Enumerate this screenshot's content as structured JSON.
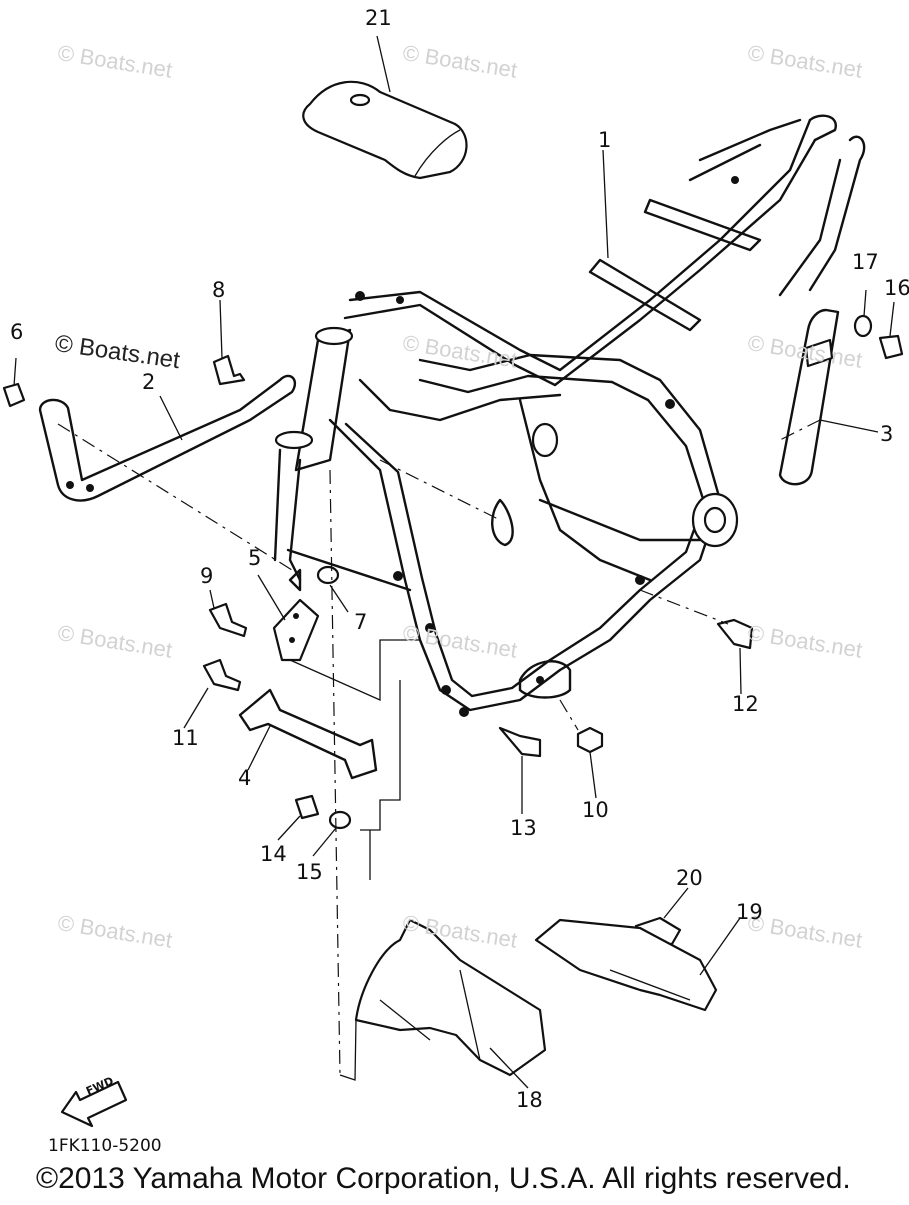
{
  "watermarks": {
    "text": "© Boats.net",
    "items": [
      "© Boats.net",
      "© Boats.net",
      "© Boats.net",
      "© Boats.net",
      "© Boats.net",
      "© Boats.net",
      "© Boats.net",
      "© Boats.net",
      "© Boats.net",
      "© Boats.net",
      "© Boats.net"
    ],
    "dark_text": "© Boats.net"
  },
  "parts": {
    "p1": "1",
    "p2": "2",
    "p3": "3",
    "p4": "4",
    "p5": "5",
    "p6": "6",
    "p7": "7",
    "p8": "8",
    "p9": "9",
    "p10": "10",
    "p11": "11",
    "p12": "12",
    "p13": "13",
    "p14": "14",
    "p15": "15",
    "p16": "16",
    "p17": "17",
    "p18": "18",
    "p19": "19",
    "p20": "20",
    "p21": "21"
  },
  "fwd_label": "FWD",
  "diagram_code": "1FK110-5200",
  "copyright": "©2013 Yamaha Motor Corporation, U.S.A. All rights reserved."
}
